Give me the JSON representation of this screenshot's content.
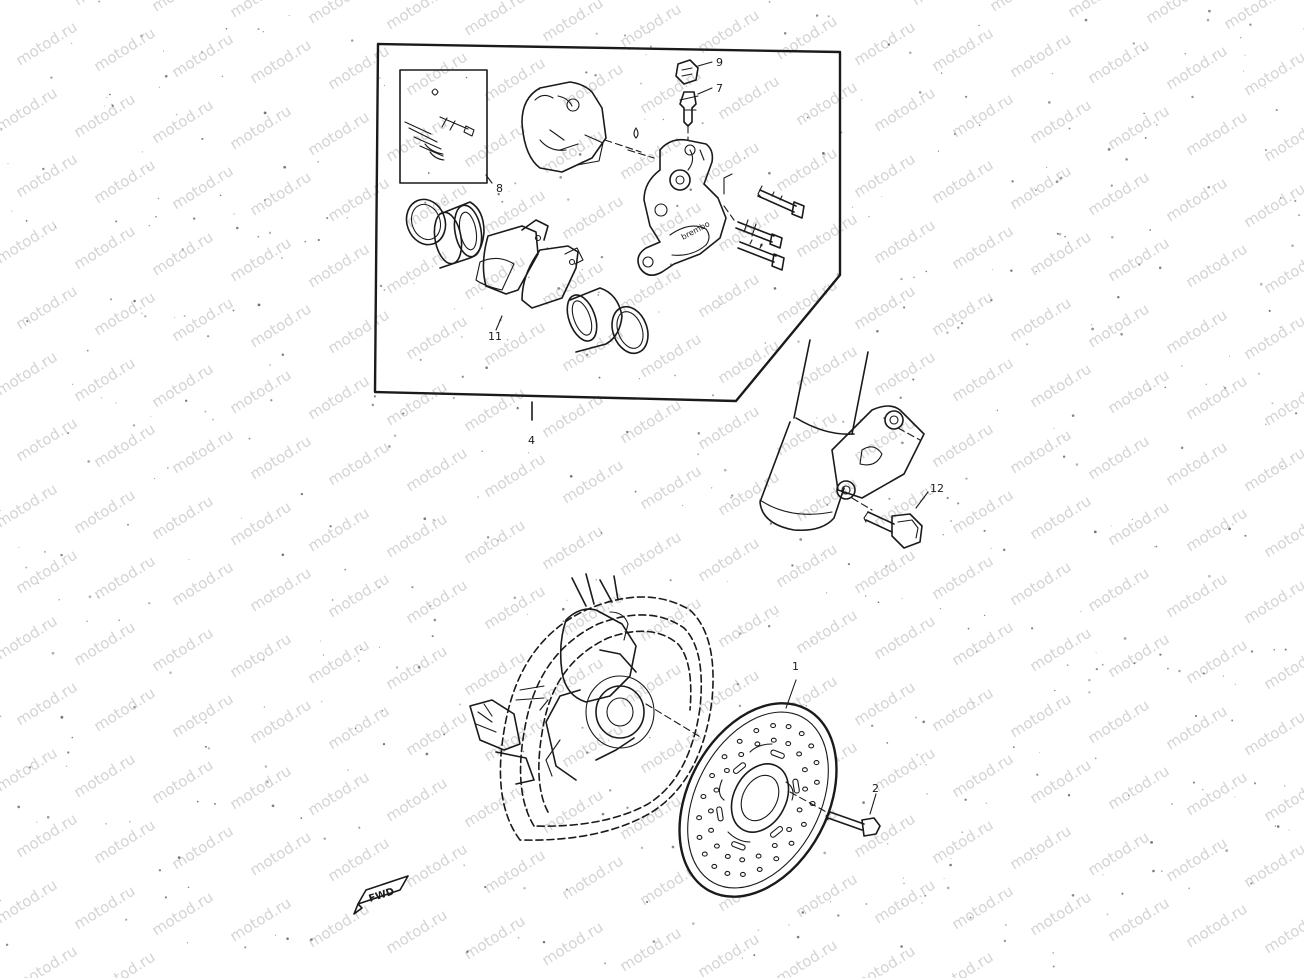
{
  "watermark": {
    "text": "motod.ru"
  },
  "callouts": {
    "c1": "1",
    "c2": "2",
    "c4": "4",
    "c7": "7",
    "c8": "8",
    "c9": "9",
    "c11": "11",
    "c12": "12"
  },
  "caliper": {
    "brand": "brembo"
  },
  "direction": {
    "fwd": "FWD"
  },
  "colors": {
    "ink": "#1a1a1a",
    "watermark": "#d4d4d4",
    "paper": "#ffffff"
  }
}
